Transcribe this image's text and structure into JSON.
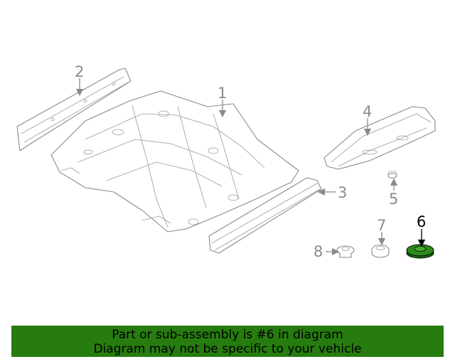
{
  "callouts": {
    "n1": "1",
    "n2": "2",
    "n3": "3",
    "n4": "4",
    "n5": "5",
    "n6": "6",
    "n7": "7",
    "n8": "8"
  },
  "highlight_part": "6",
  "highlight_color": "#2f8a1e",
  "banner": {
    "line1": "Part or sub-assembly is #6 in diagram",
    "line2": "Diagram may not be specific to your vehicle",
    "background": "#267c0f"
  }
}
